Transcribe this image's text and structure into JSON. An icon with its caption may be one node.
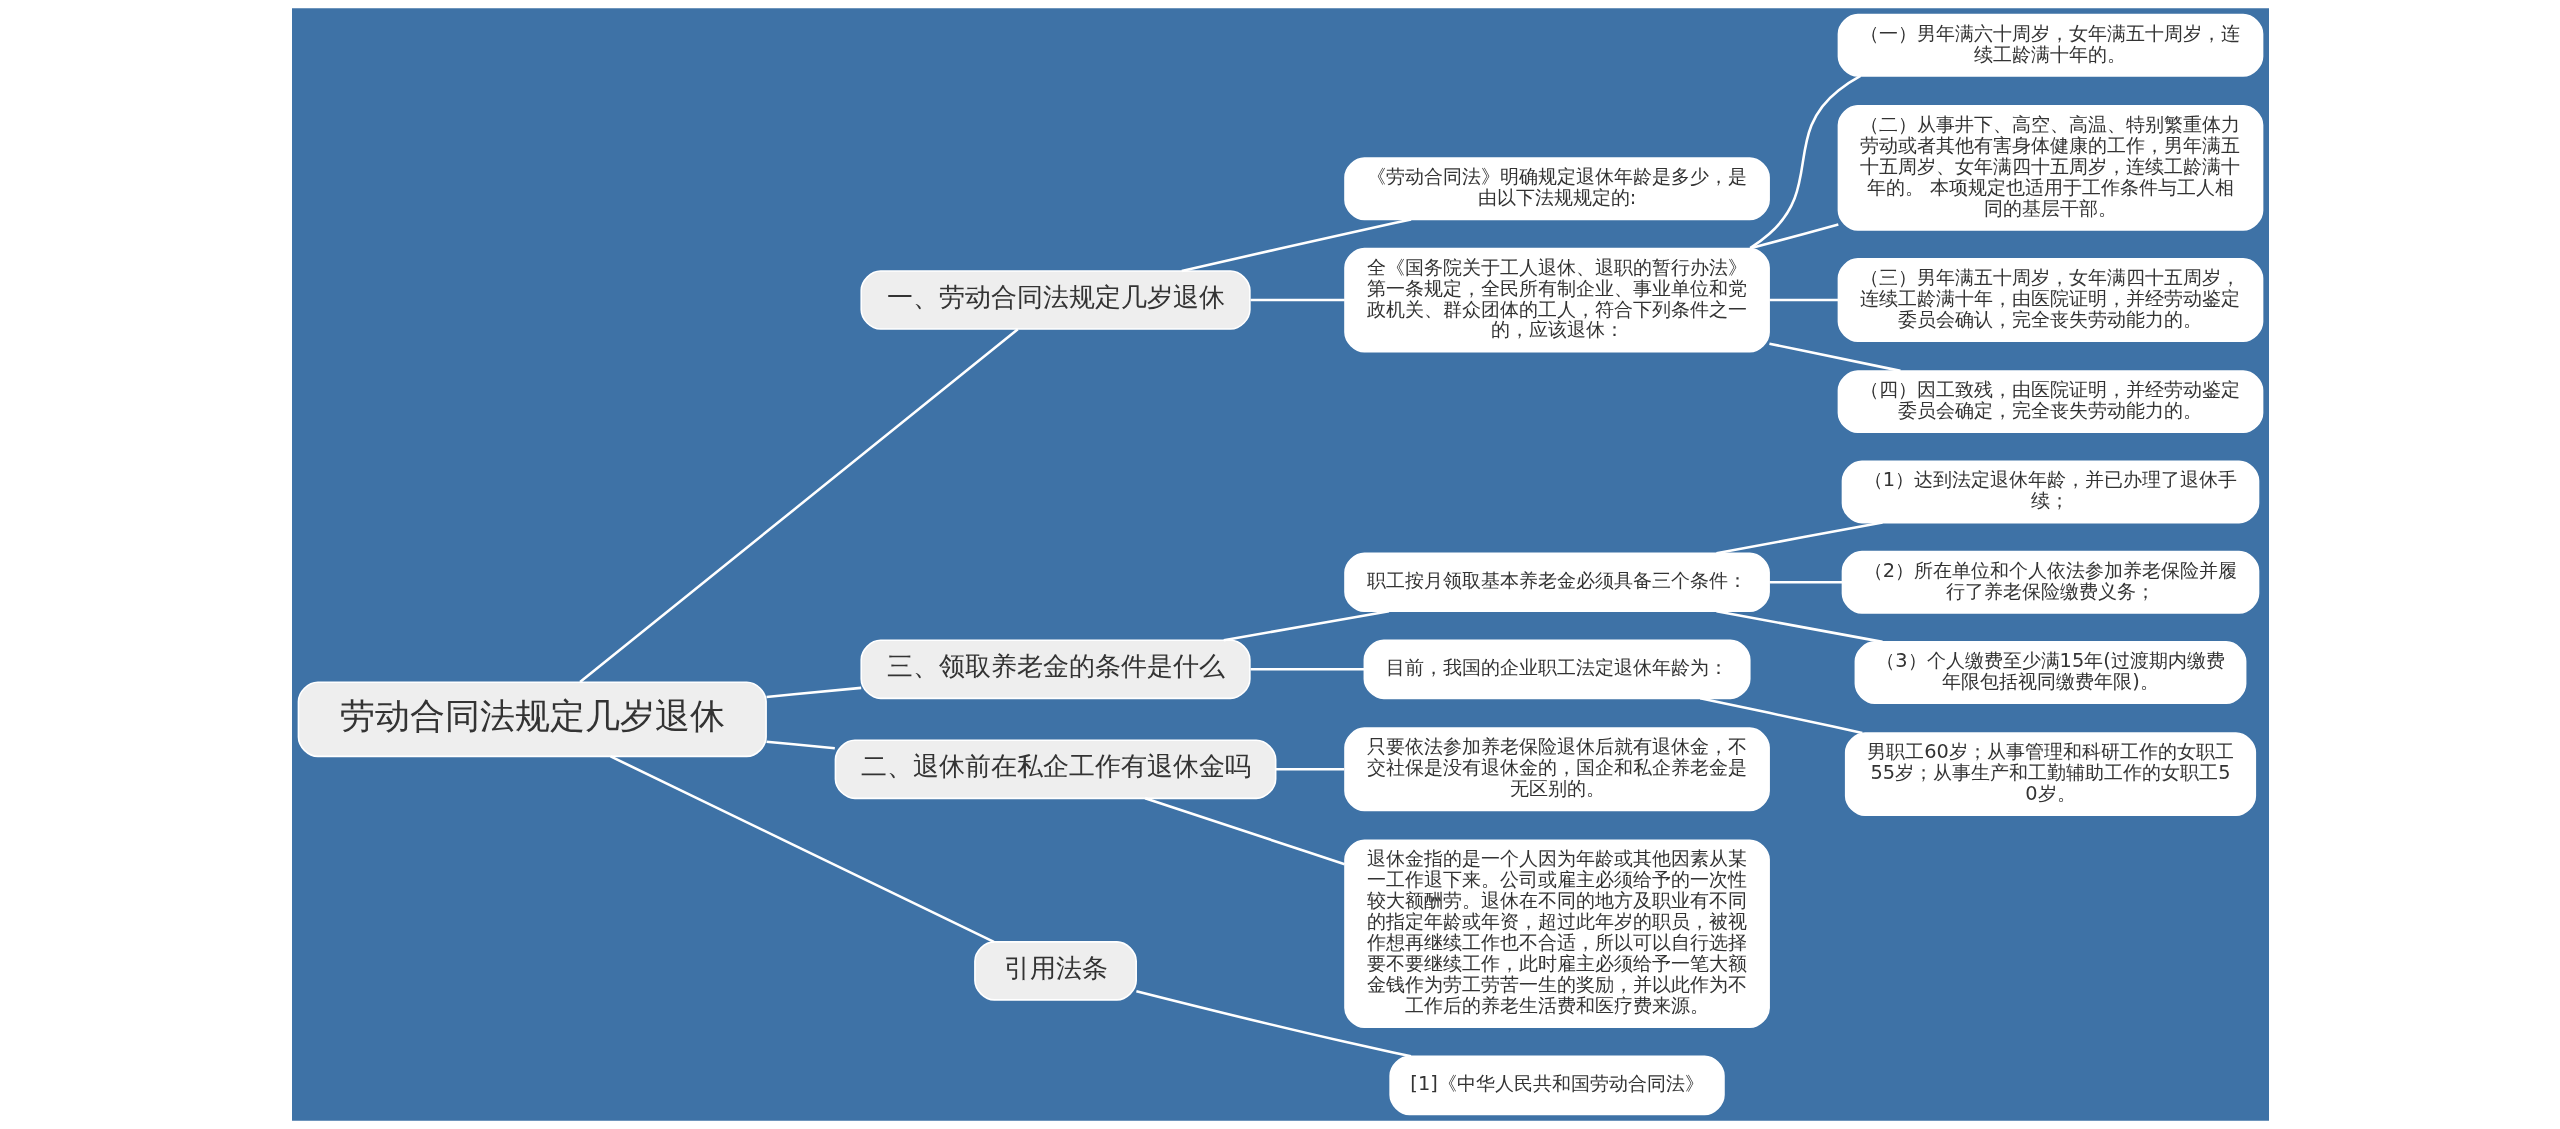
{
  "diagram": {
    "nodes": [
      {
        "text": [
          "劳动合同法规定几岁退休"
        ]
      },
      {
        "text": [
          "一、劳动合同法规定几岁退休"
        ]
      },
      {
        "text": [
          "《劳动合同法》明确规定退休年龄是多少，是由以下法规规定的:"
        ]
      },
      {
        "text": [
          "全《国务院关于工人退休、退职的暂行办法》第一条规定，全民所有制企业、事业单位和党政机关、群众团体的工人，符合下列条件之一的，应该退休："
        ]
      },
      {
        "text": [
          "（一）男年满六十周岁，女年满五十周岁，连续工龄满十年的。"
        ]
      },
      {
        "text": [
          "（二）从事井下、高空、高温、特别繁重体力劳动或者其他有害身体健康的工作，男年满五十五周岁、女年满四十五周岁，连续工龄满十年的。 本项规定也适用于工作条件与工人相同的基层干部。"
        ]
      },
      {
        "text": [
          "（三）男年满五十周岁，女年满四十五周岁，连续工龄满十年，由医院证明，并经劳动鉴定委员会确认，完全丧失劳动能力的。"
        ]
      },
      {
        "text": [
          "（四）因工致残，由医院证明，并经劳动鉴定委员会确定，完全丧失劳动能力的。"
        ]
      },
      {
        "text": [
          "三、领取养老金的条件是什么"
        ]
      },
      {
        "text": [
          "职工按月领取基本养老金必须具备三个条件："
        ]
      },
      {
        "text": [
          "（1）达到法定退休年龄，并已办理了退休手续；"
        ]
      },
      {
        "text": [
          "（2）所在单位和个人依法参加养老保险并履行了养老保险缴费义务；"
        ]
      },
      {
        "text": [
          "（3）个人缴费至少满15年(过渡期内缴费年限包括视同缴费年限)。"
        ]
      },
      {
        "text": [
          "目前，我国的企业职工法定退休年龄为："
        ]
      },
      {
        "text": [
          "男职工60岁；从事管理和科研工作的女职工55岁；从事生产和工勤辅助工作的女职工50岁。"
        ]
      },
      {
        "text": [
          "二、退休前在私企工作有退休金吗"
        ]
      },
      {
        "text": [
          "只要依法参加养老保险退休后就有退休金，不交社保是没有退休金的，国企和私企养老金是无区别的。"
        ]
      },
      {
        "text": [
          "退休金指的是一个人因为年龄或其他因素从某一工作退下来。公司或雇主必须给予的一次性较大额酬劳。退休在不同的地方及职业有不同的指定年龄或年资，超过此年岁的职员，被视作想再继续工作也不合适，所以可以自行选择要不要继续工作，此时雇主必须给予一笔大额金钱作为劳工劳苦一生的奖励，并以此作为不工作后的养老生活费和医疗费来源。"
        ]
      },
      {
        "text": [
          "引用法条"
        ]
      },
      {
        "text": [
          "[1]《中华人民共和国劳动合同法》"
        ]
      }
    ],
    "edges": [
      {
        "from": 0,
        "to": 1,
        "arrow": "none"
      },
      {
        "from": 1,
        "to": 2,
        "arrow": "none"
      },
      {
        "from": 1,
        "to": 3,
        "arrow": "none"
      },
      {
        "from": 3,
        "to": 4,
        "arrow": "none"
      },
      {
        "from": 3,
        "to": 5,
        "arrow": "none"
      },
      {
        "from": 3,
        "to": 6,
        "arrow": "none"
      },
      {
        "from": 3,
        "to": 7,
        "arrow": "none"
      },
      {
        "from": 0,
        "to": 8,
        "arrow": "none"
      },
      {
        "from": 8,
        "to": 9,
        "arrow": "none"
      },
      {
        "from": 9,
        "to": 10,
        "arrow": "none"
      },
      {
        "from": 9,
        "to": 11,
        "arrow": "none"
      },
      {
        "from": 9,
        "to": 12,
        "arrow": "none"
      },
      {
        "from": 8,
        "to": 13,
        "arrow": "none"
      },
      {
        "from": 13,
        "to": 14,
        "arrow": "none"
      },
      {
        "from": 0,
        "to": 15,
        "arrow": "none"
      },
      {
        "from": 15,
        "to": 16,
        "arrow": "none"
      },
      {
        "from": 15,
        "to": 17,
        "arrow": "none"
      },
      {
        "from": 0,
        "to": 18,
        "arrow": "none"
      },
      {
        "from": 18,
        "to": 19,
        "arrow": "none"
      }
    ]
  }
}
